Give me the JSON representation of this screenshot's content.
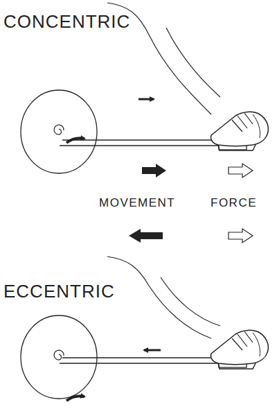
{
  "diagram": {
    "labels": [
      "CONCENTRIC",
      "MOVEMENT",
      "FORCE",
      "ECCENTRIC"
    ]
  }
}
